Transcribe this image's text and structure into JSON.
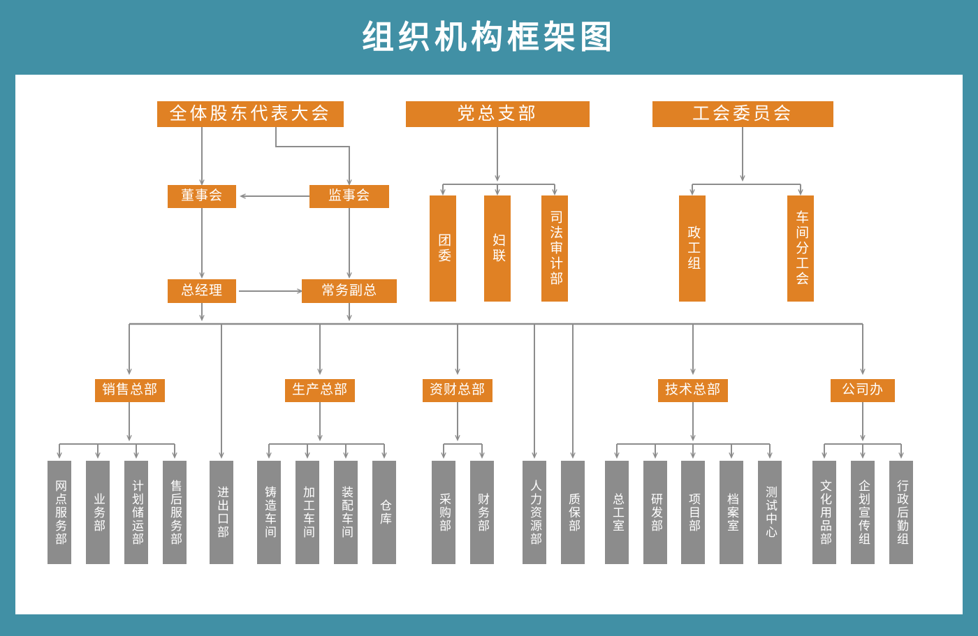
{
  "title": "组织机构框架图",
  "colors": {
    "background": "#4190a5",
    "panel": "#ffffff",
    "orange": "#e08124",
    "gray": "#8c8c8c",
    "connector": "#8c8c8c",
    "title_text": "#ffffff"
  },
  "chart_data": {
    "type": "diagram",
    "title": "组织机构框架图",
    "nodes": [
      {
        "id": "shareholders",
        "label": "全体股东代表大会",
        "level": 1,
        "style": "orange"
      },
      {
        "id": "party",
        "label": "党总支部",
        "level": 1,
        "style": "orange"
      },
      {
        "id": "union",
        "label": "工会委员会",
        "level": 1,
        "style": "orange"
      },
      {
        "id": "board",
        "label": "董事会",
        "level": 2,
        "style": "orange"
      },
      {
        "id": "supervisors",
        "label": "监事会",
        "level": 2,
        "style": "orange"
      },
      {
        "id": "youth",
        "label": "团委",
        "level": 2,
        "style": "orange"
      },
      {
        "id": "women",
        "label": "妇联",
        "level": 2,
        "style": "orange"
      },
      {
        "id": "judicial",
        "label": "司法审计部",
        "level": 2,
        "style": "orange"
      },
      {
        "id": "political",
        "label": "政工组",
        "level": 2,
        "style": "orange"
      },
      {
        "id": "workshopunion",
        "label": "车间分工会",
        "level": 2,
        "style": "orange"
      },
      {
        "id": "gm",
        "label": "总经理",
        "level": 3,
        "style": "orange"
      },
      {
        "id": "deputygm",
        "label": "常务副总",
        "level": 3,
        "style": "orange"
      },
      {
        "id": "sales",
        "label": "销售总部",
        "level": 4,
        "style": "orange"
      },
      {
        "id": "production",
        "label": "生产总部",
        "level": 4,
        "style": "orange"
      },
      {
        "id": "finance",
        "label": "资财总部",
        "level": 4,
        "style": "orange"
      },
      {
        "id": "technology",
        "label": "技术总部",
        "level": 4,
        "style": "orange"
      },
      {
        "id": "office",
        "label": "公司办",
        "level": 4,
        "style": "orange"
      },
      {
        "id": "branchservice",
        "label": "网点服务部",
        "level": 5,
        "style": "gray"
      },
      {
        "id": "business",
        "label": "业务部",
        "level": 5,
        "style": "gray"
      },
      {
        "id": "planning",
        "label": "计划储运部",
        "level": 5,
        "style": "gray"
      },
      {
        "id": "aftersales",
        "label": "售后服务部",
        "level": 5,
        "style": "gray"
      },
      {
        "id": "importexport",
        "label": "进出口部",
        "level": 5,
        "style": "gray"
      },
      {
        "id": "casting",
        "label": "铸造车间",
        "level": 5,
        "style": "gray"
      },
      {
        "id": "machining",
        "label": "加工车间",
        "level": 5,
        "style": "gray"
      },
      {
        "id": "assembly",
        "label": "装配车间",
        "level": 5,
        "style": "gray"
      },
      {
        "id": "warehouse",
        "label": "仓库",
        "level": 5,
        "style": "gray"
      },
      {
        "id": "purchasing",
        "label": "采购部",
        "level": 5,
        "style": "gray"
      },
      {
        "id": "accounting",
        "label": "财务部",
        "level": 5,
        "style": "gray"
      },
      {
        "id": "hr",
        "label": "人力资源部",
        "level": 5,
        "style": "gray"
      },
      {
        "id": "qa",
        "label": "质保部",
        "level": 5,
        "style": "gray"
      },
      {
        "id": "chiefengineer",
        "label": "总工室",
        "level": 5,
        "style": "gray"
      },
      {
        "id": "rnd",
        "label": "研发部",
        "level": 5,
        "style": "gray"
      },
      {
        "id": "project",
        "label": "项目部",
        "level": 5,
        "style": "gray"
      },
      {
        "id": "archive",
        "label": "档案室",
        "level": 5,
        "style": "gray"
      },
      {
        "id": "testcenter",
        "label": "测试中心",
        "level": 5,
        "style": "gray"
      },
      {
        "id": "stationery",
        "label": "文化用品部",
        "level": 5,
        "style": "gray"
      },
      {
        "id": "promotion",
        "label": "企划宣传组",
        "level": 5,
        "style": "gray"
      },
      {
        "id": "admin",
        "label": "行政后勤组",
        "level": 5,
        "style": "gray"
      }
    ],
    "edges": [
      {
        "from": "shareholders",
        "to": "board"
      },
      {
        "from": "shareholders",
        "to": "supervisors"
      },
      {
        "from": "supervisors",
        "to": "board"
      },
      {
        "from": "board",
        "to": "gm"
      },
      {
        "from": "supervisors",
        "to": "deputygm"
      },
      {
        "from": "gm",
        "to": "deputygm"
      },
      {
        "from": "party",
        "to": "youth"
      },
      {
        "from": "party",
        "to": "women"
      },
      {
        "from": "party",
        "to": "judicial"
      },
      {
        "from": "union",
        "to": "political"
      },
      {
        "from": "union",
        "to": "workshopunion"
      },
      {
        "from": "gm",
        "to": "sales"
      },
      {
        "from": "gm",
        "to": "production"
      },
      {
        "from": "gm",
        "to": "finance"
      },
      {
        "from": "gm",
        "to": "technology"
      },
      {
        "from": "gm",
        "to": "office"
      },
      {
        "from": "gm",
        "to": "importexport"
      },
      {
        "from": "gm",
        "to": "hr"
      },
      {
        "from": "gm",
        "to": "qa"
      },
      {
        "from": "sales",
        "to": "branchservice"
      },
      {
        "from": "sales",
        "to": "business"
      },
      {
        "from": "sales",
        "to": "planning"
      },
      {
        "from": "sales",
        "to": "aftersales"
      },
      {
        "from": "production",
        "to": "casting"
      },
      {
        "from": "production",
        "to": "machining"
      },
      {
        "from": "production",
        "to": "assembly"
      },
      {
        "from": "production",
        "to": "warehouse"
      },
      {
        "from": "finance",
        "to": "purchasing"
      },
      {
        "from": "finance",
        "to": "accounting"
      },
      {
        "from": "technology",
        "to": "chiefengineer"
      },
      {
        "from": "technology",
        "to": "rnd"
      },
      {
        "from": "technology",
        "to": "project"
      },
      {
        "from": "technology",
        "to": "archive"
      },
      {
        "from": "technology",
        "to": "testcenter"
      },
      {
        "from": "office",
        "to": "stationery"
      },
      {
        "from": "office",
        "to": "promotion"
      },
      {
        "from": "office",
        "to": "admin"
      }
    ]
  },
  "nodes": {
    "shareholders": "全体股东代表大会",
    "party": "党总支部",
    "union": "工会委员会",
    "board": "董事会",
    "supervisors": "监事会",
    "youth": "团委",
    "women": "妇联",
    "judicial": "司法审计部",
    "political": "政工组",
    "workshopunion": "车间分工会",
    "gm": "总经理",
    "deputygm": "常务副总",
    "sales": "销售总部",
    "production": "生产总部",
    "finance": "资财总部",
    "technology": "技术总部",
    "office": "公司办",
    "branchservice": "网点服务部",
    "business": "业务部",
    "planning": "计划储运部",
    "aftersales": "售后服务部",
    "importexport": "进出口部",
    "casting": "铸造车间",
    "machining": "加工车间",
    "assembly": "装配车间",
    "warehouse": "仓库",
    "purchasing": "采购部",
    "accounting": "财务部",
    "hr": "人力资源部",
    "qa": "质保部",
    "chiefengineer": "总工室",
    "rnd": "研发部",
    "project": "项目部",
    "archive": "档案室",
    "testcenter": "测试中心",
    "stationery": "文化用品部",
    "promotion": "企划宣传组",
    "admin": "行政后勤组"
  }
}
